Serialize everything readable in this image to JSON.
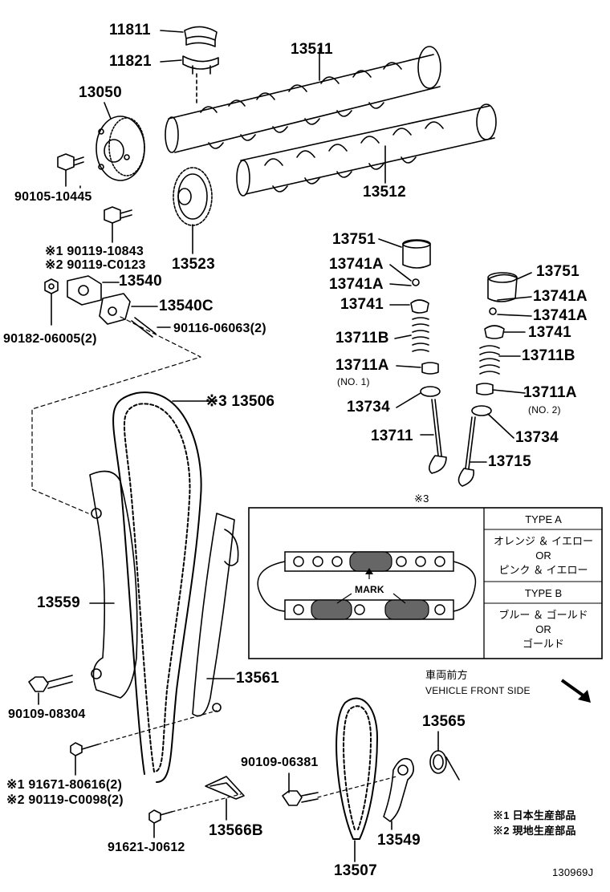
{
  "labels": {
    "p11811": "11811",
    "p11821": "11821",
    "p13511": "13511",
    "p13050": "13050",
    "p90105": "90105-10445",
    "p13512": "13512",
    "p90119a": "※1 90119-10843",
    "p90119b": "※2 90119-C0123",
    "p13523": "13523",
    "p13540": "13540",
    "p13540c": "13540C",
    "p90182": "90182-06005(2)",
    "p90116": "90116-06063(2)",
    "p13751a": "13751",
    "p13741aa": "13741A",
    "p13741ab": "13741A",
    "p13741a": "13741",
    "p13711b_a": "13711B",
    "p13711a_a": "13711A",
    "no1": "(NO. 1)",
    "p13734a": "13734",
    "p13711": "13711",
    "p13751b": "13751",
    "p13741ba": "13741A",
    "p13741bb": "13741A",
    "p13741b": "13741",
    "p13711b_b": "13711B",
    "p13711a_b": "13711A",
    "no2": "(NO. 2)",
    "p13734b": "13734",
    "p13715": "13715",
    "p13506": "※3 13506",
    "p13559": "13559",
    "p13561": "13561",
    "p90109a": "90109-08304",
    "p91671": "※1 91671-80616(2)",
    "p90119c": "※2 90119-C0098(2)",
    "p13566b": "13566B",
    "p91621": "91621-J0612",
    "p90109b": "90109-06381",
    "p13565": "13565",
    "p13549": "13549",
    "p13507": "13507"
  },
  "box": {
    "ref": "※3",
    "mark": "MARK",
    "typeA": "TYPE A",
    "typeA_line1": "オレンジ ＆ イエロー",
    "typeA_or": "OR",
    "typeA_line2": "ピンク ＆ イエロー",
    "typeB": "TYPE B",
    "typeB_line1": "ブルー ＆ ゴールド",
    "typeB_or": "OR",
    "typeB_line2": "ゴールド"
  },
  "front": {
    "jp": "車両前方",
    "en": "VEHICLE FRONT SIDE"
  },
  "notes": {
    "n1": "※1 日本生産部品",
    "n2": "※2 現地生産部品"
  },
  "diagram_id": "130969J"
}
